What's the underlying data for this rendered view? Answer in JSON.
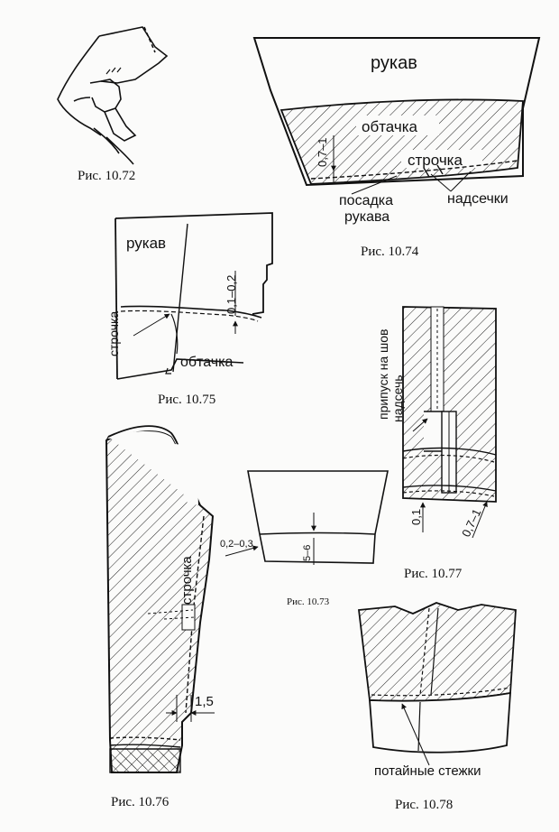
{
  "figures": {
    "f72": {
      "caption": "Рис. 10.72"
    },
    "f73": {
      "caption": "Рис. 10.73",
      "dim_allowance": "0,2–0,3",
      "dim_height": "5–6"
    },
    "f74": {
      "caption": "Рис. 10.74",
      "sleeve": "рукав",
      "facing": "обтачка",
      "seam": "строчка",
      "dim": "0,7–1",
      "ease_line1": "посадка",
      "ease_line2": "рукава",
      "notches": "надсечки"
    },
    "f75": {
      "caption": "Рис. 10.75",
      "sleeve": "рукав",
      "facing": "обтачка",
      "seam": "строчка",
      "dim": "0,1–0,2"
    },
    "f76": {
      "caption": "Рис. 10.76",
      "seam": "строчка",
      "dim": "1,5"
    },
    "f77": {
      "caption": "Рис. 10.77",
      "allowance_line1": "припуск на шов",
      "allowance_line2": "надсечь",
      "dim_left": "0,1",
      "dim_right": "0,7–1"
    },
    "f78": {
      "caption": "Рис. 10.78",
      "stitches": "потайные стежки"
    }
  }
}
